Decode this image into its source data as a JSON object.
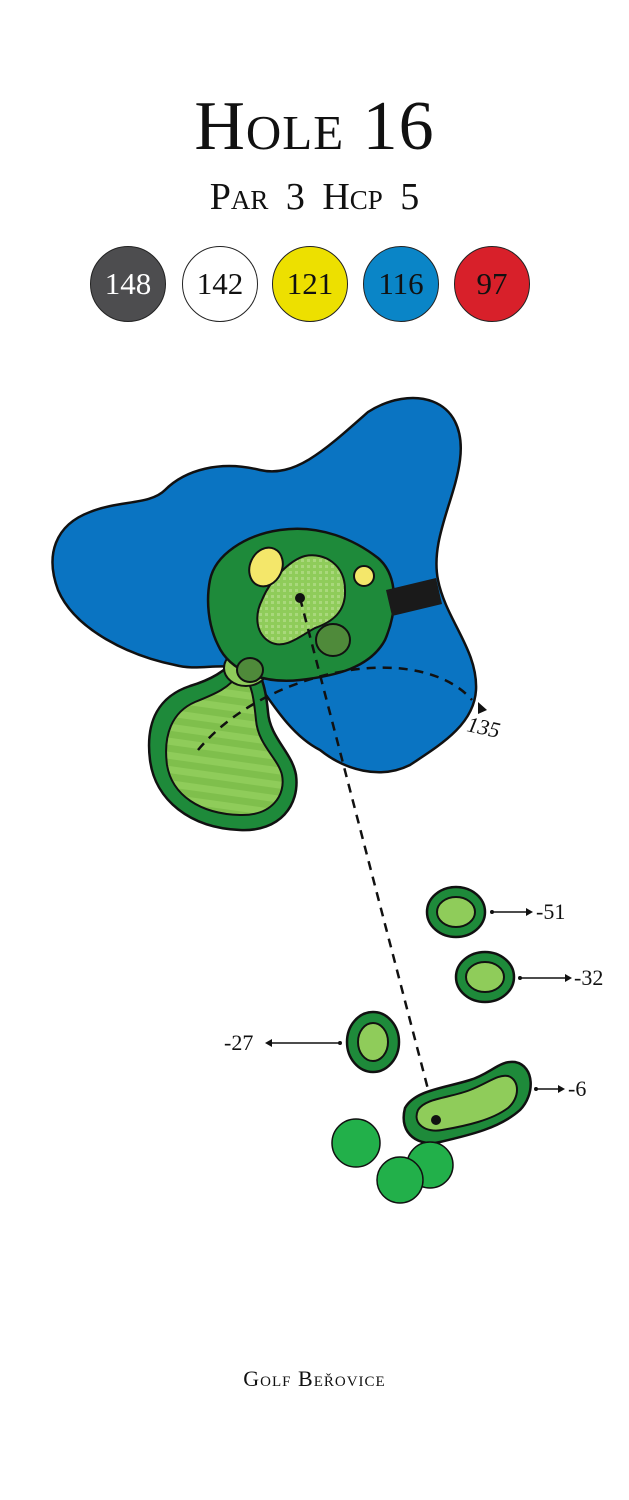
{
  "hole": {
    "title": "Hole 16",
    "subtitle": "Par 3  Hcp 5"
  },
  "tees": [
    {
      "distance": "148",
      "color": "#4d4d4f",
      "text_color": "#ffffff"
    },
    {
      "distance": "142",
      "color": "#ffffff",
      "text_color": "#111111"
    },
    {
      "distance": "121",
      "color": "#ede000",
      "text_color": "#111111"
    },
    {
      "distance": "116",
      "color": "#0a85c7",
      "text_color": "#111111"
    },
    {
      "distance": "97",
      "color": "#d8202a",
      "text_color": "#111111"
    }
  ],
  "map": {
    "carry_distance": "135",
    "tee_offsets": {
      "t51": "-51",
      "t32": "-32",
      "t27": "-27",
      "t6": "-6"
    },
    "colors": {
      "water": "#0a74c2",
      "rough": "#1e8a3a",
      "fairway": "#8fcc5a",
      "green": "#8fcc5a",
      "bunker": "#f4e76a",
      "trees": "#22b04a",
      "bridge": "#1a1a1a"
    }
  },
  "footer": {
    "course_name": "Golf Beřovice"
  }
}
